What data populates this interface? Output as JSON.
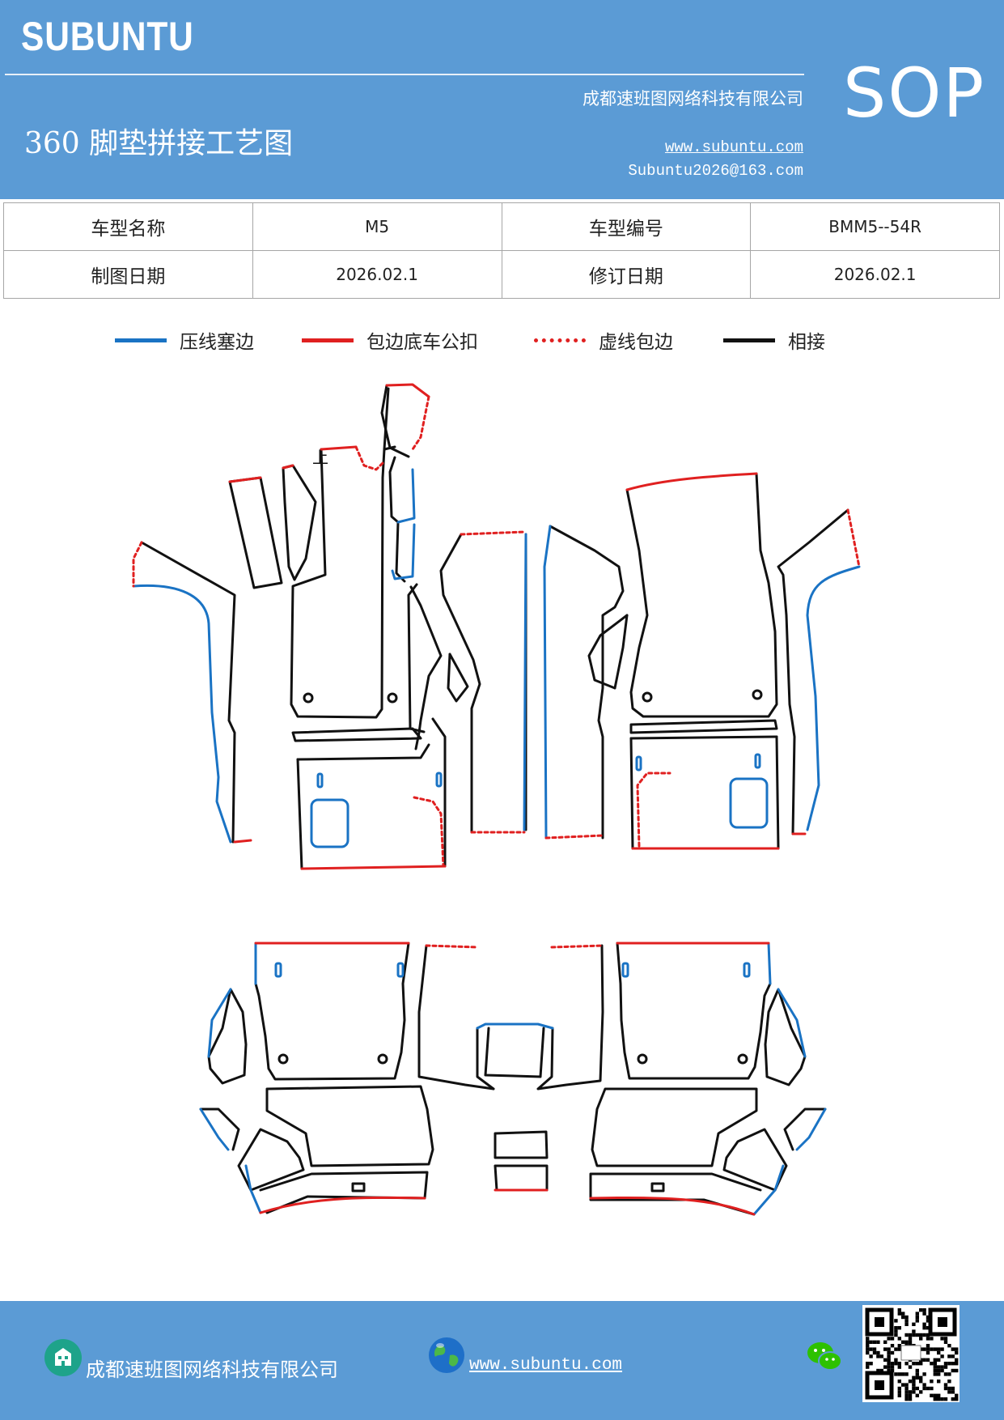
{
  "header": {
    "brand": "SUBUNTU",
    "badge": "SOP",
    "title": "360 脚垫拼接工艺图",
    "company": "成都速班图网络科技有限公司",
    "website": "www.subuntu.com",
    "email": "Subuntu2026@163.com"
  },
  "info_table": {
    "rows": [
      [
        {
          "label": "车型名称"
        },
        {
          "value": "M5"
        },
        {
          "label": "车型编号"
        },
        {
          "value": "BMM5--54R"
        }
      ],
      [
        {
          "label": "制图日期"
        },
        {
          "value": "2026.02.1"
        },
        {
          "label": "修订日期"
        },
        {
          "value": "2026.02.1"
        }
      ]
    ]
  },
  "legend": [
    {
      "label": "压线塞边",
      "color": "#1a73c4",
      "style": "solid"
    },
    {
      "label": "包边底车公扣",
      "color": "#e02020",
      "style": "solid"
    },
    {
      "label": "虚线包边",
      "color": "#e02020",
      "style": "dotted"
    },
    {
      "label": "相接",
      "color": "#111111",
      "style": "solid"
    }
  ],
  "drawing": {
    "mark": "上",
    "colors": {
      "black": "#111111",
      "blue": "#1a73c4",
      "red": "#e02020"
    }
  },
  "footer": {
    "company": "成都速班图网络科技有限公司",
    "website": "www.subuntu.com ",
    "icons": [
      "building-icon",
      "globe-icon",
      "wechat-icon",
      "qr-code-icon"
    ]
  }
}
